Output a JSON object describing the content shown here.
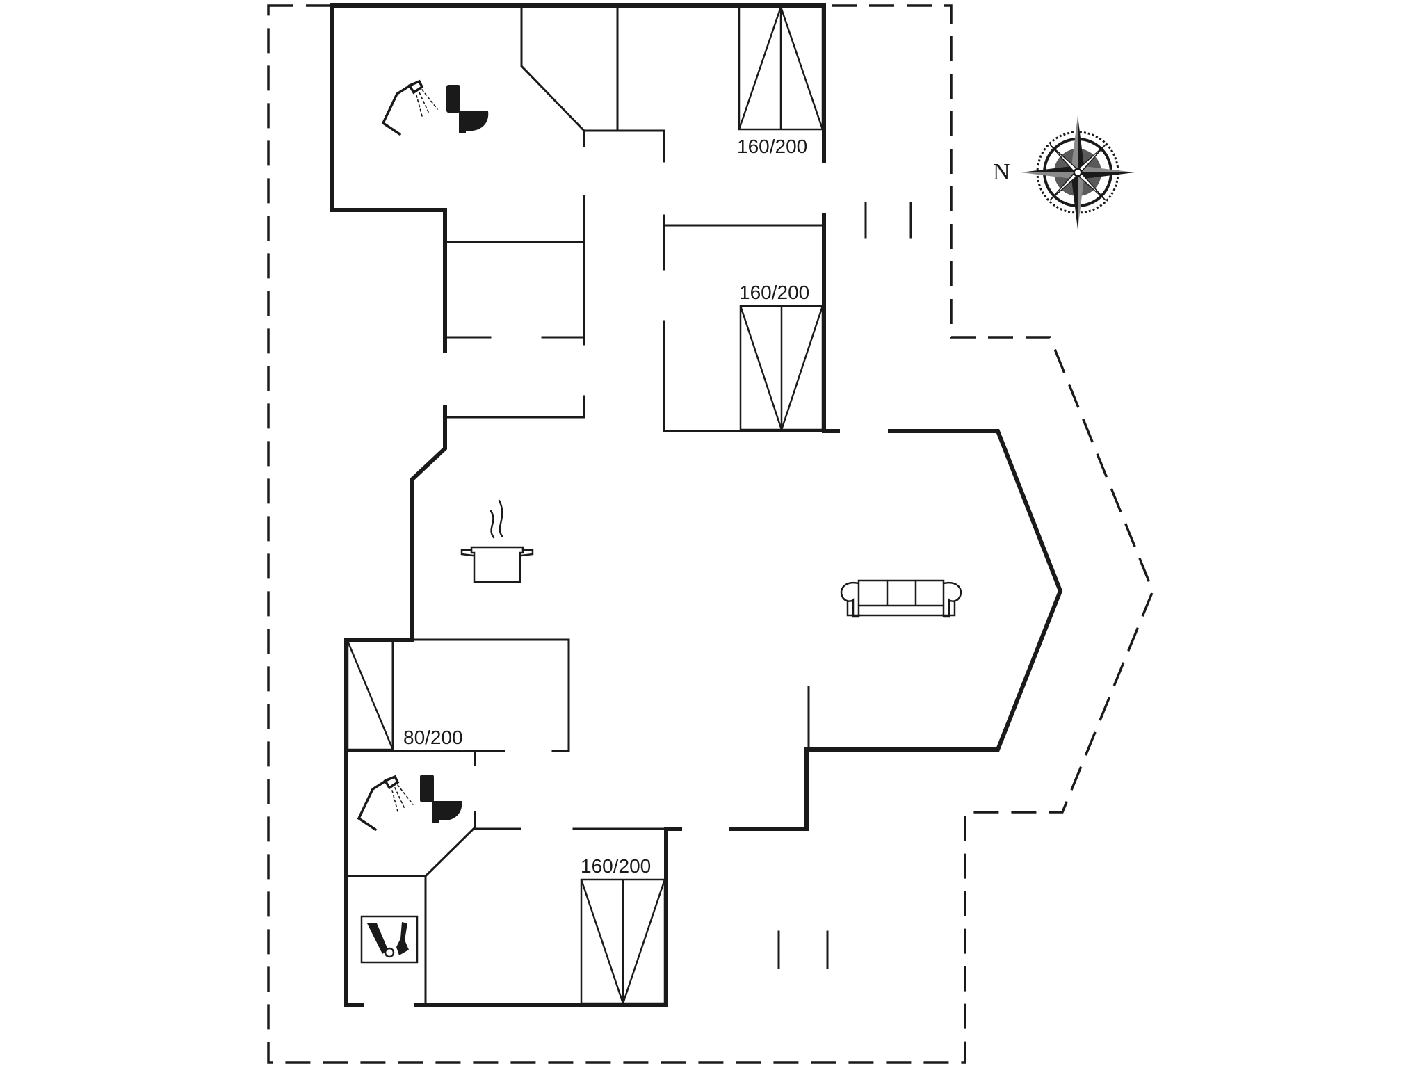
{
  "beds": {
    "bed_1": "160/200",
    "bed_2": "160/200",
    "bed_3": "80/200",
    "bed_4": "160/200"
  },
  "compass": {
    "north_label": "N"
  },
  "icons": {
    "bathroom_1": [
      "shower-icon",
      "toilet-icon"
    ],
    "bathroom_2": [
      "shower-icon",
      "toilet-icon"
    ],
    "kitchen": "cooking-pot-icon",
    "living_room": "sofa-icon",
    "utility": "washing-machine-icon",
    "compass": "compass-rose-icon"
  }
}
